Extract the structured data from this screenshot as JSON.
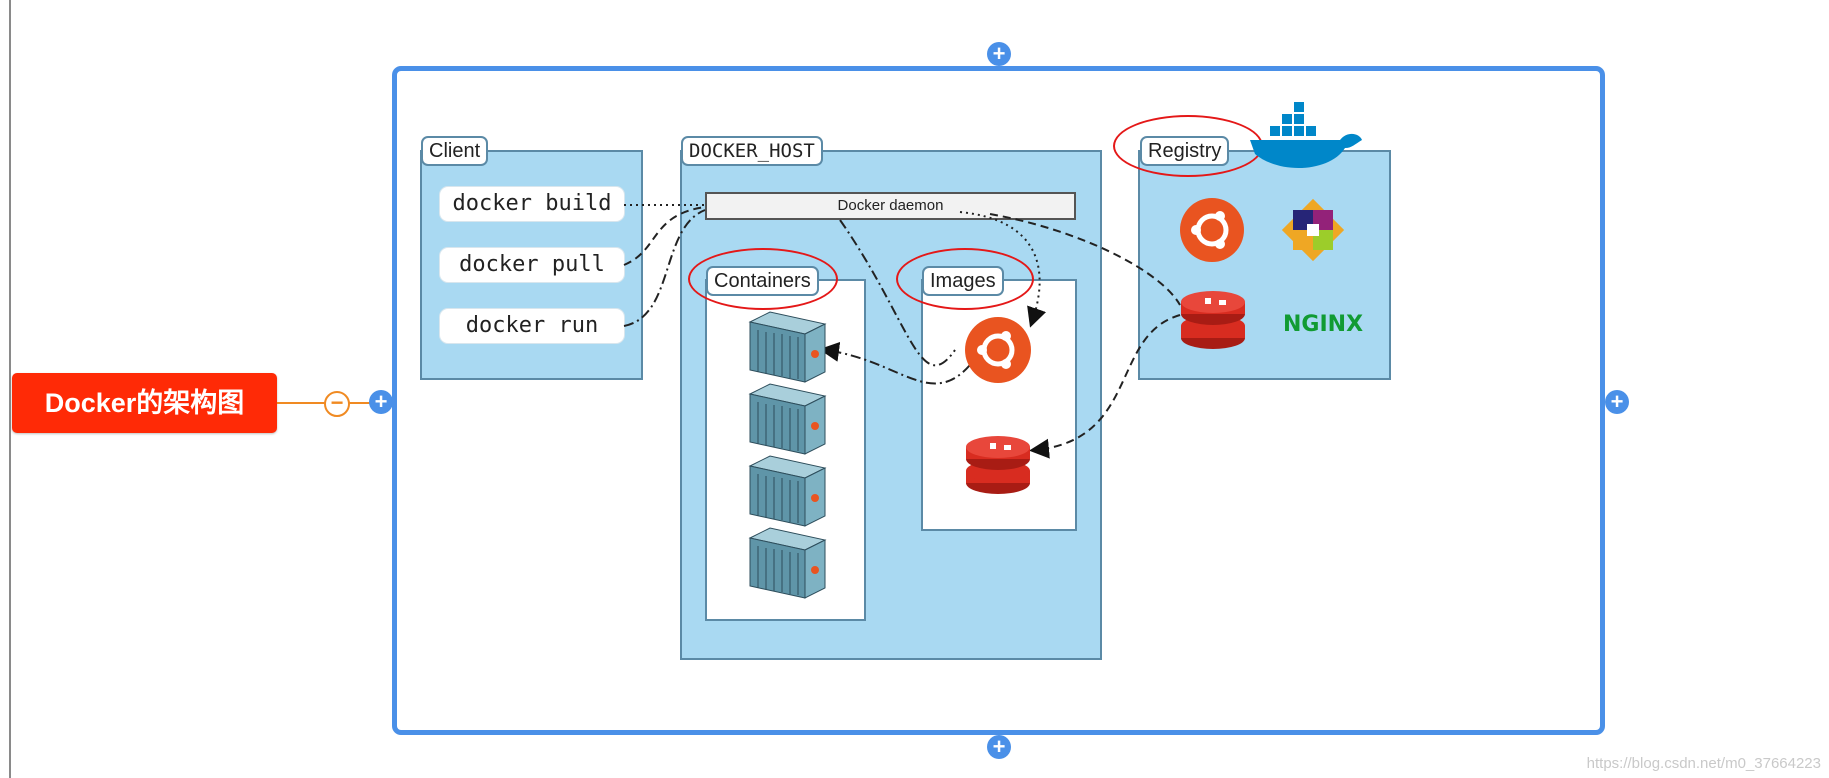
{
  "mindmap": {
    "root_topic": "Docker的架构图",
    "collapse_symbol": "−",
    "handle_symbol": "+"
  },
  "diagram": {
    "client": {
      "label": "Client",
      "commands": [
        "docker build",
        "docker pull",
        "docker run"
      ]
    },
    "docker_host": {
      "label": "DOCKER_HOST",
      "daemon_label": "Docker daemon",
      "containers_label": "Containers",
      "images_label": "Images"
    },
    "registry": {
      "label": "Registry",
      "nginx_logo_text": "NGINX"
    }
  },
  "watermark": "https://blog.csdn.net/m0_37664223",
  "colors": {
    "root_topic": "#ff2a06",
    "connector": "#f08a22",
    "frame": "#4a90e8",
    "panel_fill": "#a9d9f2",
    "highlight_ring": "#e41818",
    "ubuntu": "#e95420",
    "redis": "#d82c20",
    "container": "#5f95a8"
  }
}
